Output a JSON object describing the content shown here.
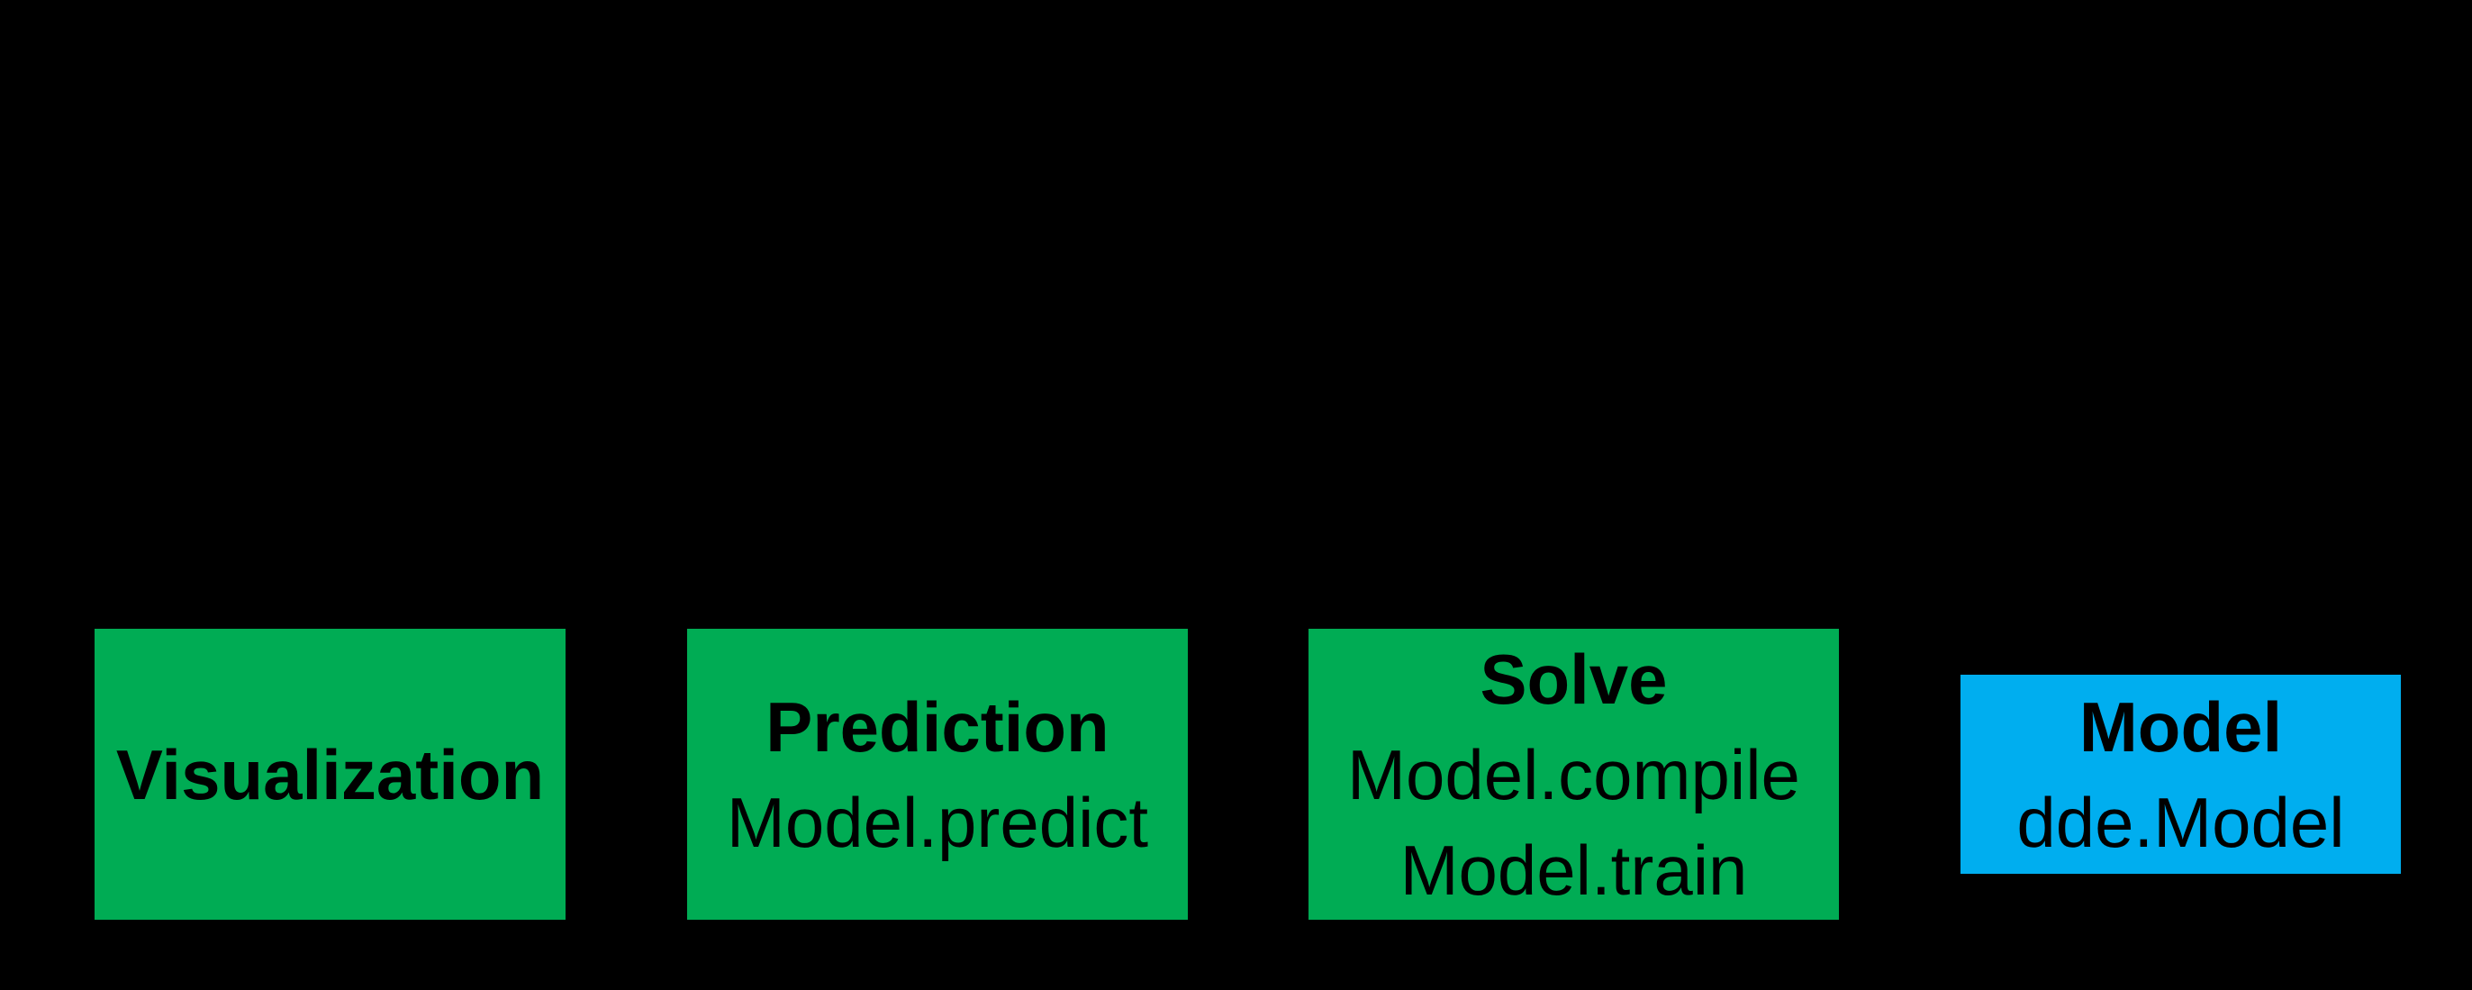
{
  "colors": {
    "background": "#000000",
    "box_green": "#00AC54",
    "box_blue": "#00AEEF",
    "text": "#000000"
  },
  "boxes": {
    "visualization": {
      "title": "Visualization",
      "lines": []
    },
    "prediction": {
      "title": "Prediction",
      "lines": [
        "Model.predict"
      ]
    },
    "solve": {
      "title": "Solve",
      "lines": [
        "Model.compile",
        "Model.train"
      ]
    },
    "model": {
      "title": "Model",
      "lines": [
        "dde.Model"
      ]
    }
  }
}
